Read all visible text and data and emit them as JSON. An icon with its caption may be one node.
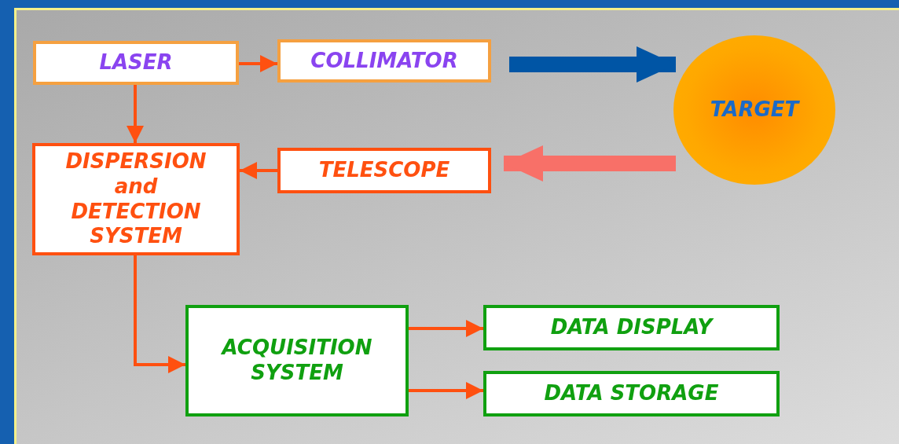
{
  "diagram": {
    "nodes": [
      {
        "text": [
          "LASER"
        ]
      },
      {
        "text": [
          "COLLIMATOR"
        ]
      },
      {
        "text": [
          "TARGET"
        ]
      },
      {
        "text": [
          "DISPERSION and DETECTION SYSTEM"
        ]
      },
      {
        "text": [
          "TELESCOPE"
        ]
      },
      {
        "text": [
          "ACQUISITION SYSTEM"
        ]
      },
      {
        "text": [
          "DATA DISPLAY"
        ]
      },
      {
        "text": [
          "DATA STORAGE"
        ]
      }
    ],
    "edges": [
      {
        "from": 0,
        "to": 1,
        "arrow": "to"
      },
      {
        "from": 1,
        "to": 2,
        "arrow": "to",
        "style": "thick",
        "color": "#0055a5"
      },
      {
        "from": 2,
        "to": 4,
        "arrow": "to",
        "style": "thick",
        "color": "#f87068"
      },
      {
        "from": 0,
        "to": 3,
        "arrow": "to"
      },
      {
        "from": 4,
        "to": 3,
        "arrow": "to"
      },
      {
        "from": 3,
        "to": 5,
        "arrow": "to"
      },
      {
        "from": 5,
        "to": 6,
        "arrow": "to"
      },
      {
        "from": 5,
        "to": 7,
        "arrow": "to"
      }
    ]
  }
}
